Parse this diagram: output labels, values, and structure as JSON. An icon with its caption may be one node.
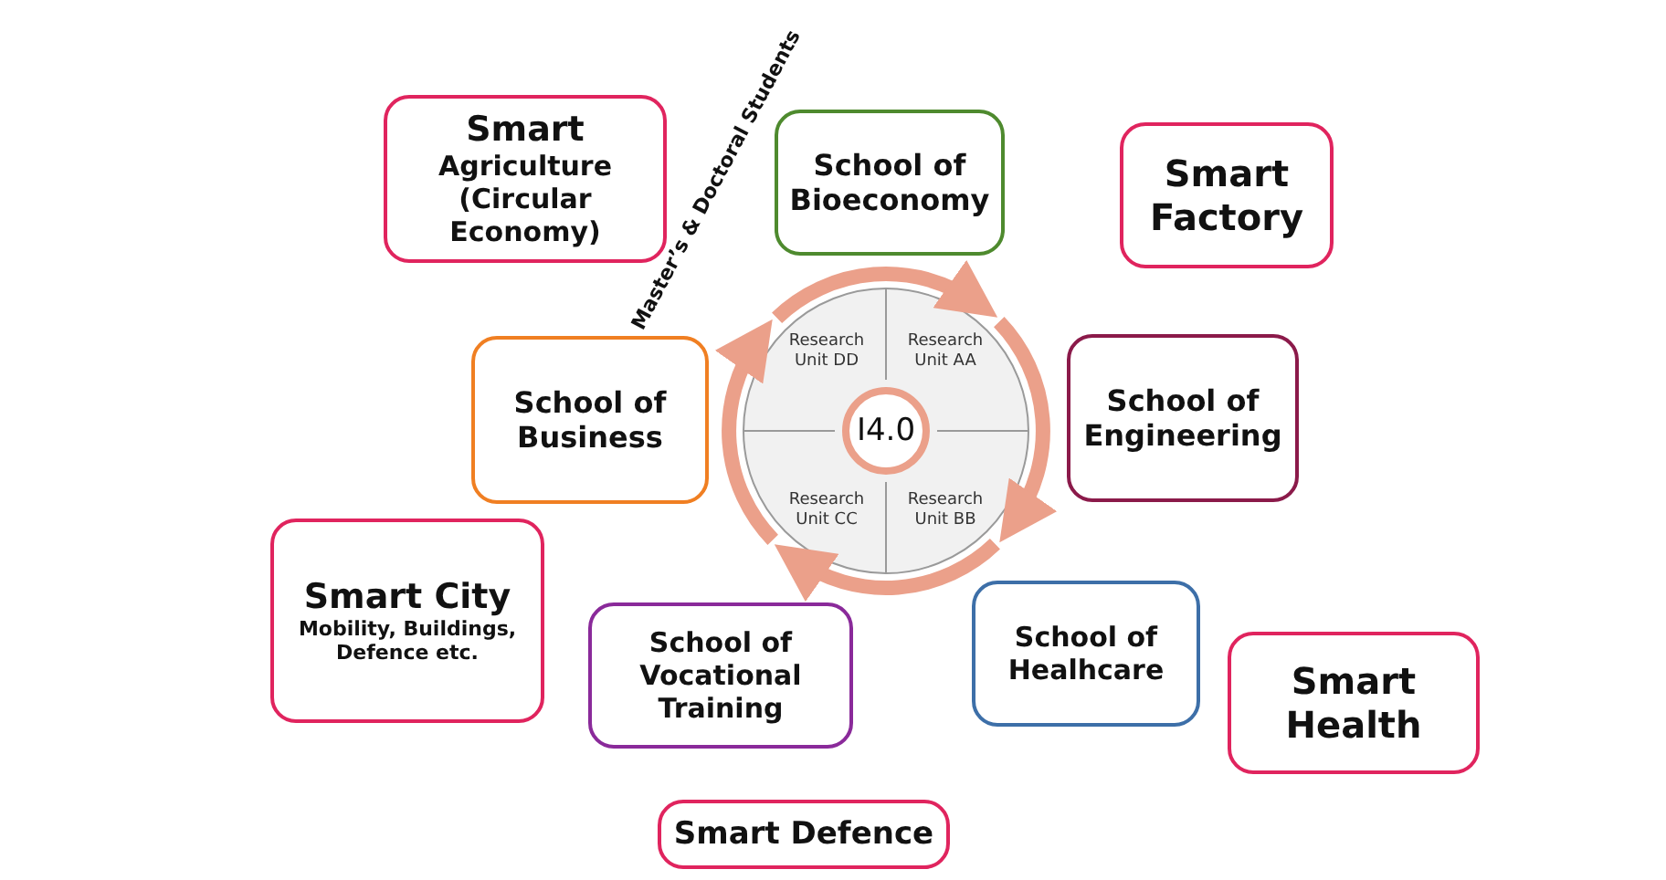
{
  "diagram": {
    "nodes": [
      {
        "text": [
          "Smart",
          "Agriculture (Circular Economy)"
        ]
      },
      {
        "text": [
          "School of Bioeconomy"
        ]
      },
      {
        "text": [
          "Smart Factory"
        ]
      },
      {
        "text": [
          "School of Business"
        ]
      },
      {
        "text": [
          "Research Unit DD"
        ]
      },
      {
        "text": [
          "Research Unit AA"
        ]
      },
      {
        "text": [
          "I4.0"
        ]
      },
      {
        "text": [
          "School of Engineering"
        ]
      },
      {
        "text": [
          "Smart City",
          "Mobility, Buildings, Defence etc."
        ]
      },
      {
        "text": [
          "Research Unit CC"
        ]
      },
      {
        "text": [
          "Research Unit BB"
        ]
      },
      {
        "text": [
          "School of Vocational Training"
        ]
      },
      {
        "text": [
          "School of Healhcare"
        ]
      },
      {
        "text": [
          "Smart Health"
        ]
      },
      {
        "text": [
          "Smart Defence"
        ]
      }
    ],
    "edges": [
      {
        "from": 4,
        "to": 5,
        "arrow": "to"
      },
      {
        "from": 5,
        "to": 10,
        "arrow": "to"
      },
      {
        "from": 10,
        "to": 9,
        "arrow": "to"
      },
      {
        "from": 9,
        "to": 4,
        "arrow": "to"
      }
    ],
    "labels": [
      "Master’s & Doctoral Students"
    ]
  }
}
